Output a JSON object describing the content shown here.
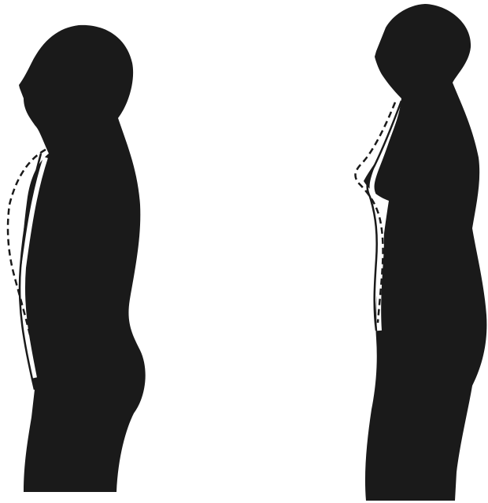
{
  "figure": {
    "type": "silhouette-comparison",
    "figures": [
      {
        "id": "left",
        "silhouette_color": "#1a1a1a",
        "outline_styles": [
          "solid",
          "dashed"
        ],
        "outline_color": "#1a1a1a",
        "gap_color": "#ffffff"
      },
      {
        "id": "right",
        "silhouette_color": "#1a1a1a",
        "outline_styles": [
          "solid",
          "dashed"
        ],
        "outline_color": "#1a1a1a",
        "gap_color": "#ffffff"
      }
    ],
    "background_color": "#ffffff"
  }
}
